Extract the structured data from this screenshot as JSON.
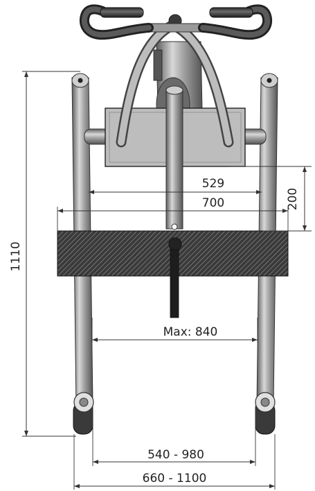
{
  "diagram": {
    "dimensions": {
      "height_total": "1110",
      "height_offset": "200",
      "width_upper": "529",
      "width_bar": "700",
      "width_max": "Max: 840",
      "width_inner": "540 - 980",
      "width_outer": "660 - 1100"
    },
    "colors": {
      "metal": "#a8a8a8",
      "metal_dark": "#6e6e6e",
      "grip": "#4a4a4a",
      "ink": "#222222"
    }
  }
}
